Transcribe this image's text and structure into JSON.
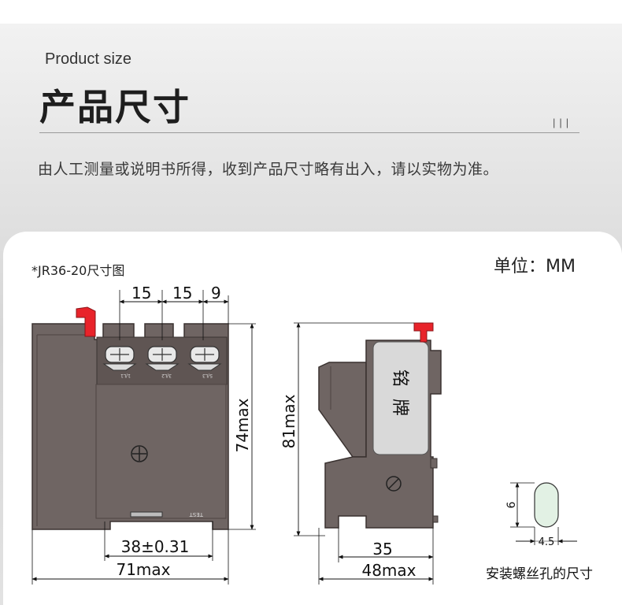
{
  "header": {
    "en_title": "Product size",
    "cn_title": "产品尺寸",
    "ticks": "|||",
    "note": "由人工测量或说明书所得，收到产品尺寸略有出入，请以实物为准。"
  },
  "card": {
    "model_label": "*JR36-20尺寸图",
    "unit_label": "单位：MM"
  },
  "front_view": {
    "dim_top_1": "15",
    "dim_top_2": "15",
    "dim_top_3": "9",
    "dim_height": "74max",
    "dim_mount": "38±0.31",
    "dim_width": "71max",
    "terminal_1": "1/L1",
    "terminal_2": "3/L2",
    "terminal_3": "5/L3",
    "test_label": "TEST"
  },
  "side_view": {
    "dim_height": "81max",
    "nameplate_text_1": "铭",
    "nameplate_text_2": "牌",
    "dim_mount": "35",
    "dim_depth": "48max"
  },
  "hole_view": {
    "dim_height": "6",
    "dim_width": "4.5",
    "caption": "安装螺丝孔的尺寸"
  },
  "colors": {
    "housing": "#6f6563",
    "housing_dark": "#5f5553",
    "red_button": "#e8232a",
    "nameplate": "#d9d9d9",
    "hole_fill": "#e2f1e4"
  }
}
